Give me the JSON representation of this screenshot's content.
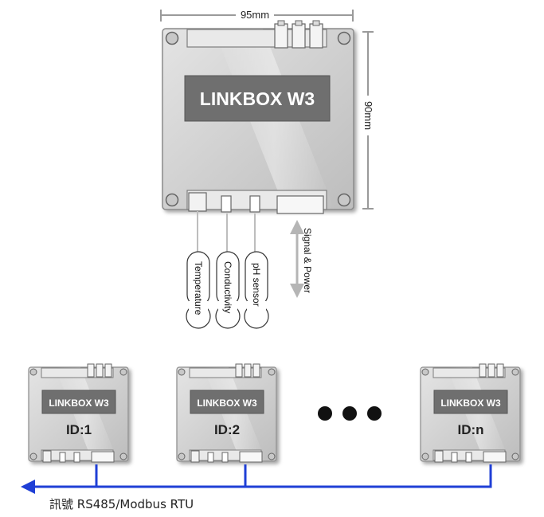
{
  "dimensions": {
    "width_label": "95mm",
    "height_label": "90mm"
  },
  "main_device": {
    "title": "LINKBOX W3"
  },
  "sensors": [
    {
      "label": "Temperature"
    },
    {
      "label": "Conductivity"
    },
    {
      "label": "pH sensor"
    }
  ],
  "signal_label": "Signal & Power",
  "nodes": [
    {
      "title": "LINKBOX W3",
      "id": "ID:1"
    },
    {
      "title": "LINKBOX W3",
      "id": "ID:2"
    },
    {
      "title": "LINKBOX W3",
      "id": "ID:n"
    }
  ],
  "bus": {
    "label": "訊號 RS485/Modbus RTU",
    "color": "#1f3fd6"
  },
  "colors": {
    "board": "#cfcfcf",
    "board_edge": "#8a8a8a",
    "label_panel": "#6f6f6f",
    "dimension_line": "#9a9a9a"
  }
}
